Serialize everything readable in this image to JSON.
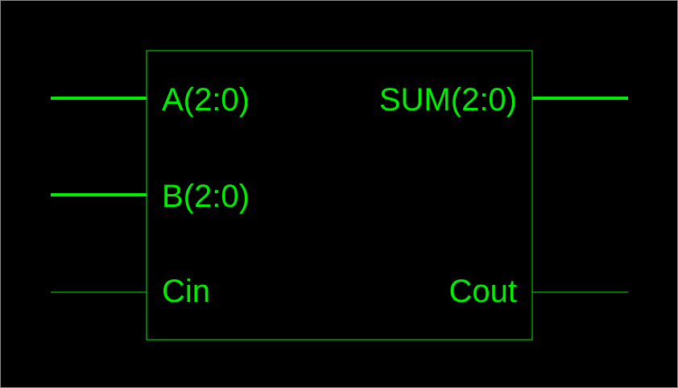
{
  "symbol": {
    "colors": {
      "background": "#000000",
      "stroke": "#00ee00",
      "frame": "#8a8a8a"
    },
    "inputs": [
      {
        "label": "A(2:0)",
        "type": "bus"
      },
      {
        "label": "B(2:0)",
        "type": "bus"
      },
      {
        "label": "Cin",
        "type": "single"
      }
    ],
    "outputs": [
      {
        "label": "SUM(2:0)",
        "type": "bus"
      },
      {
        "label": "Cout",
        "type": "single"
      }
    ]
  }
}
